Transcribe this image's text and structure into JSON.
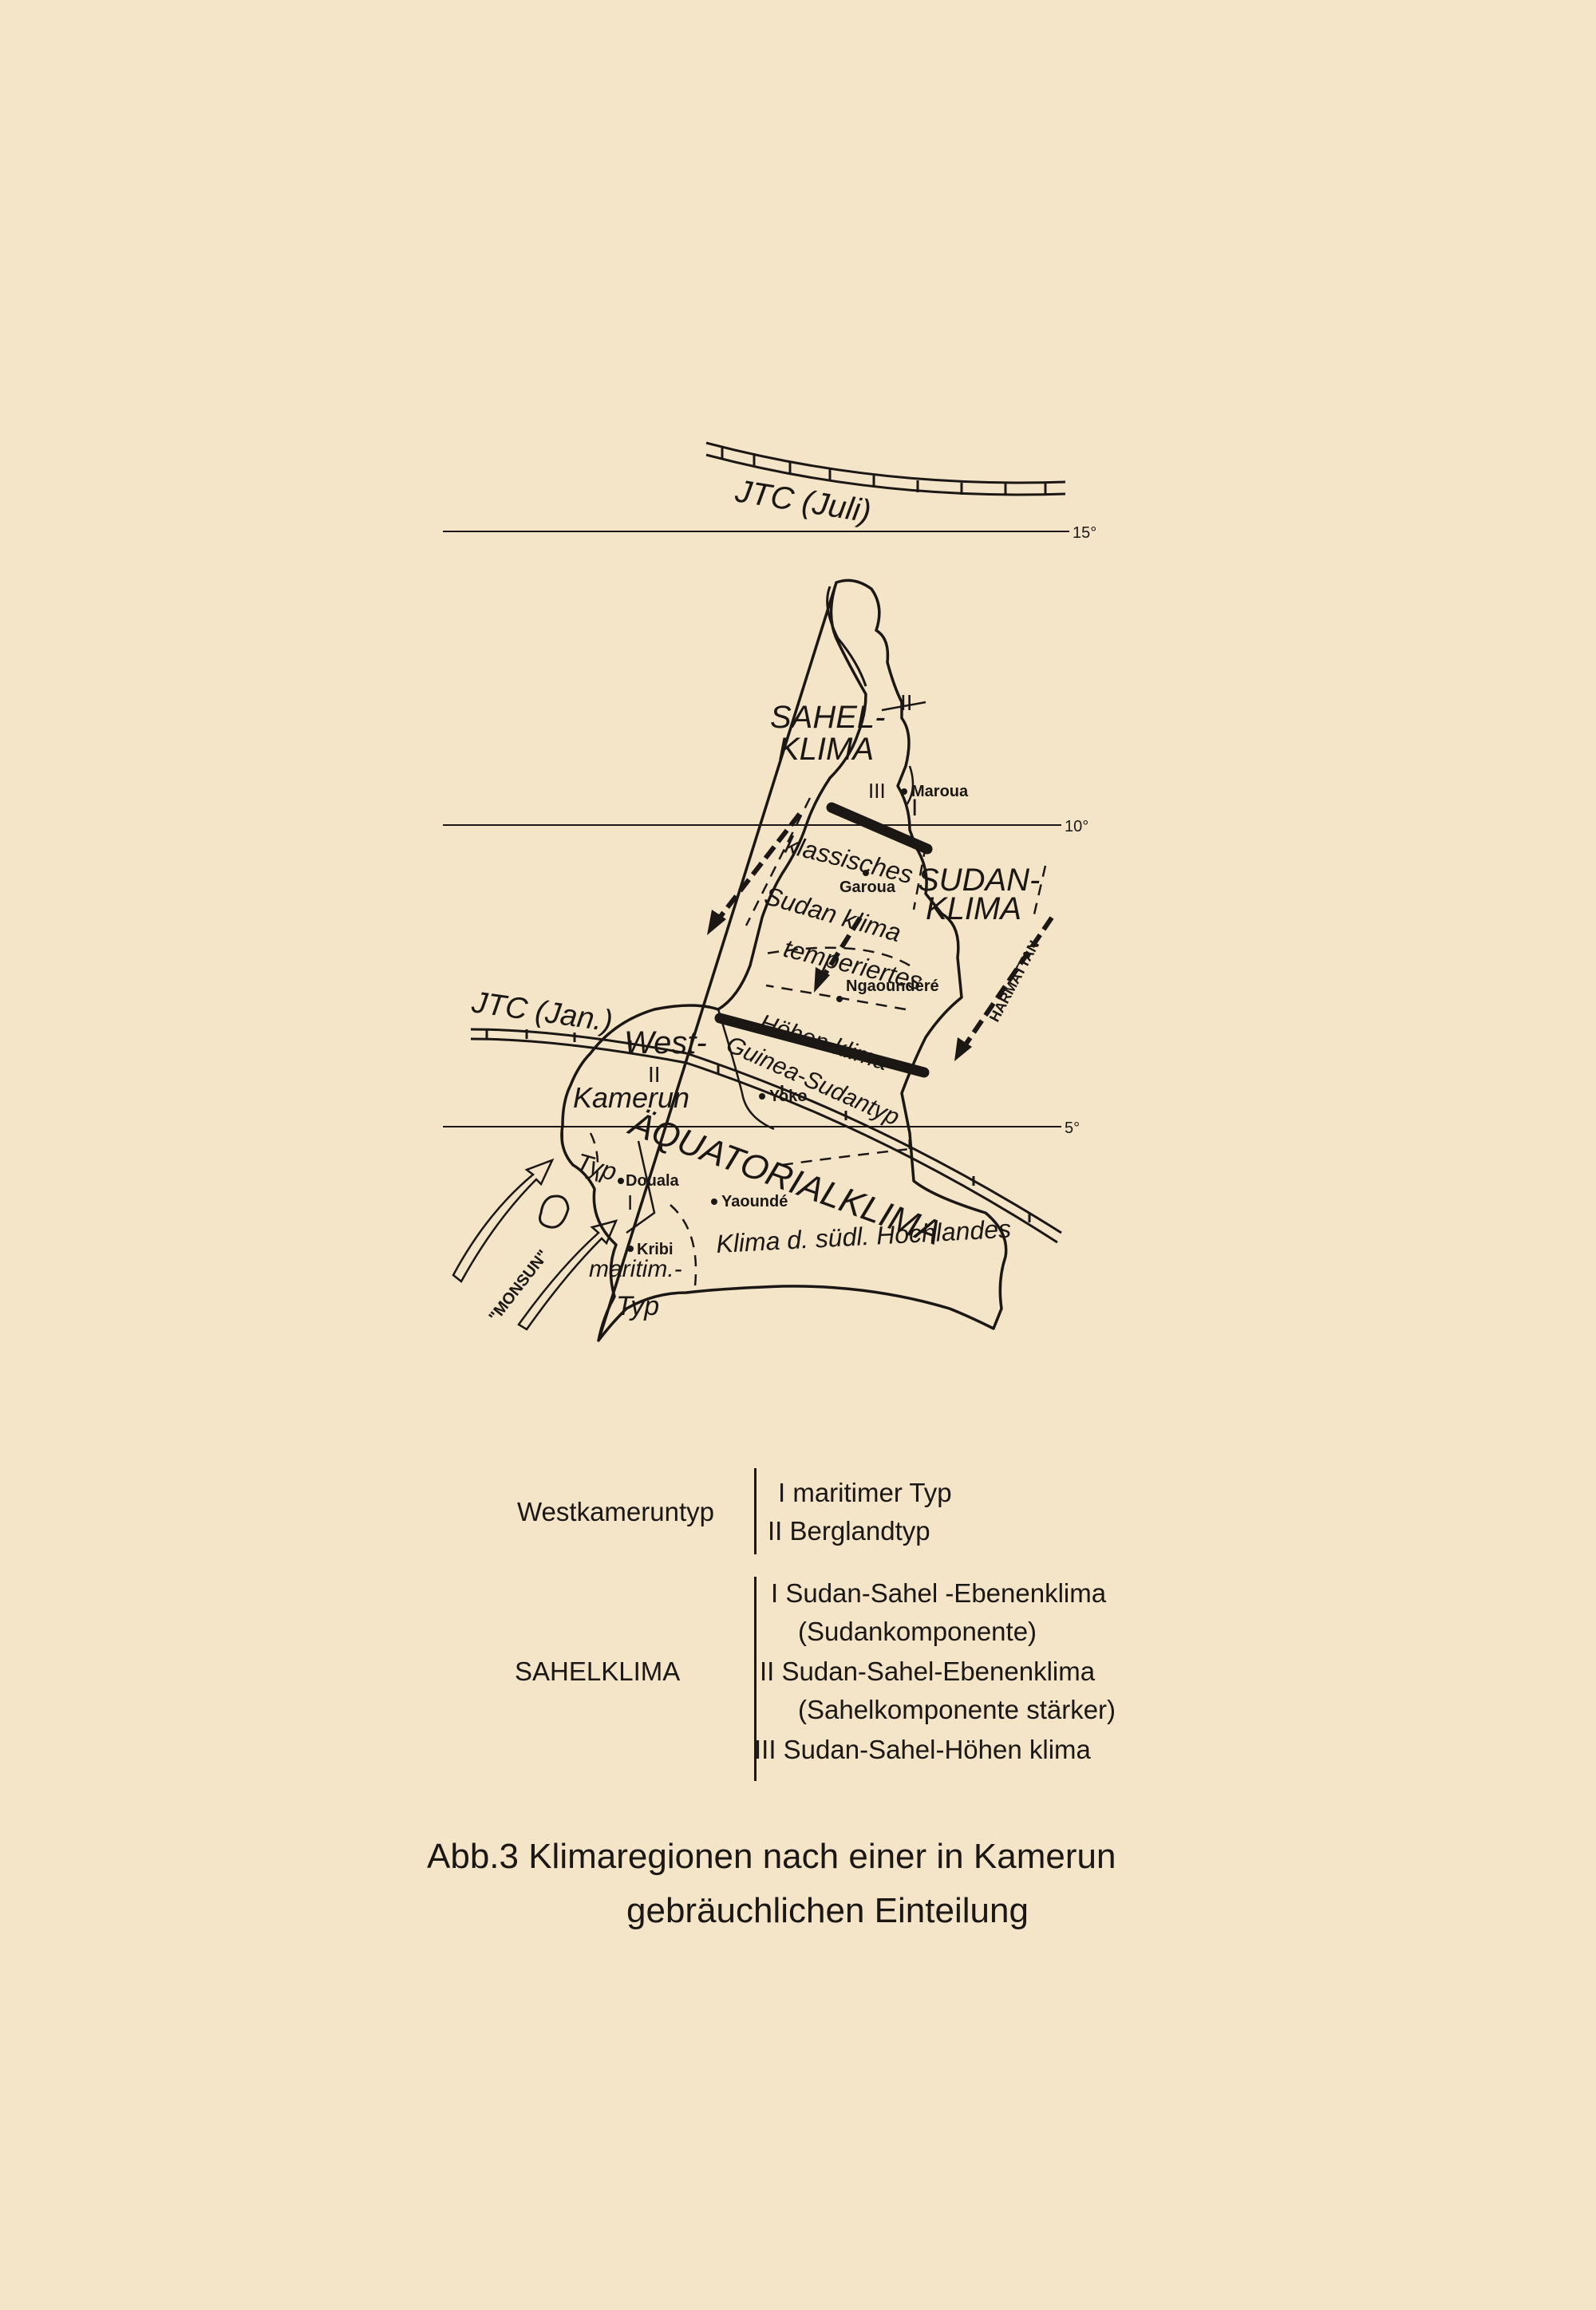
{
  "map": {
    "itc_july": "JTC (Juli)",
    "itc_january": "JTC (Jan.)",
    "latitudes": [
      "15°",
      "10°",
      "5°"
    ],
    "regions": {
      "sahel_line1": "SAHEL-",
      "sahel_line2": "KLIMA",
      "sudan_line1": "SUDAN-",
      "sudan_line2": "KLIMA",
      "klassisch_1": "klassisches",
      "klassisch_2": "Sudan klima",
      "temperiert": "temperiertes",
      "hoehen": "Höhen klima",
      "guinea": "Guinea-Sudantyp",
      "west_1": "West-",
      "west_2": "Kamerun",
      "typ_1": "Typ",
      "aequatorial": "ÄQUATORIALKLIMA",
      "hochland": "Klima d. südl. Hochlandes",
      "maritim_1": "maritim.-",
      "maritim_2": "Typ",
      "numeral_i": "I",
      "numeral_ii": "II",
      "numeral_iii": "III"
    },
    "cities": [
      "Maroua",
      "Garoua",
      "Ngaoundéré",
      "Yoko",
      "Douala",
      "Yaoundé",
      "Kribi"
    ],
    "winds": {
      "harmattan": "HARMATTAN",
      "monsun": "\"MONSUN\""
    }
  },
  "legend": {
    "westkamerun": {
      "label": "Westkameruntyp",
      "items": [
        "I maritimer Typ",
        "II Berglandtyp"
      ]
    },
    "sahelklima": {
      "label": "SAHELKLIMA",
      "items": [
        "I  Sudan-Sahel -Ebenenklima",
        "(Sudankomponente)",
        "II  Sudan-Sahel-Ebenenklima",
        "(Sahelkomponente stärker)",
        "III  Sudan-Sahel-Höhen klima"
      ]
    }
  },
  "caption": {
    "line1": "Abb.3 Klimaregionen nach einer in Kamerun",
    "line2": "gebräuchlichen Einteilung"
  }
}
